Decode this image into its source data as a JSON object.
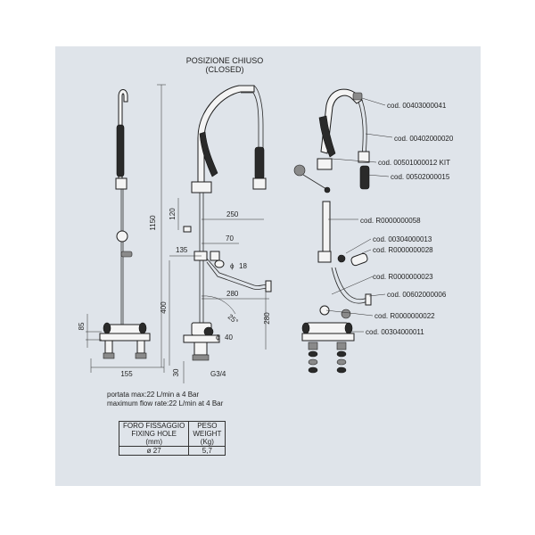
{
  "header": {
    "title_it": "POSIZIONE CHIUSO",
    "title_en": "(CLOSED)"
  },
  "dimensions": {
    "total_height": "1150",
    "d120": "120",
    "d250": "250",
    "d70": "70",
    "d135": "135",
    "phi18": "18",
    "d280_h": "280",
    "d400": "400",
    "angle": "25°",
    "d280_v": "280",
    "phi40": "40",
    "d85": "85",
    "d155": "155",
    "d30": "30",
    "thread": "G3/4",
    "phi_symbol": "ϕ"
  },
  "codes": [
    "cod. 00403000041",
    "cod. 00402000020",
    "cod. 00501000012 KIT",
    "cod. 00502000015",
    "cod. R0000000058",
    "cod. 00304000013",
    "cod. R0000000028",
    "cod. R0000000023",
    "cod. 00602000006",
    "cod. R0000000022",
    "cod. 00304000011"
  ],
  "flow": {
    "line_it": "portata max:22 L/min a 4 Bar",
    "line_en": "maximum flow rate:22 L/min at 4 Bar"
  },
  "spec_table": {
    "col1_header_it": "FORO FISSAGGIO",
    "col1_header_en": "FIXING HOLE",
    "col1_unit": "(mm)",
    "col2_header_it": "PESO",
    "col2_header_en": "WEIGHT",
    "col2_unit": "(Kg)",
    "col1_value": "ø 27",
    "col2_value": "5,7"
  }
}
